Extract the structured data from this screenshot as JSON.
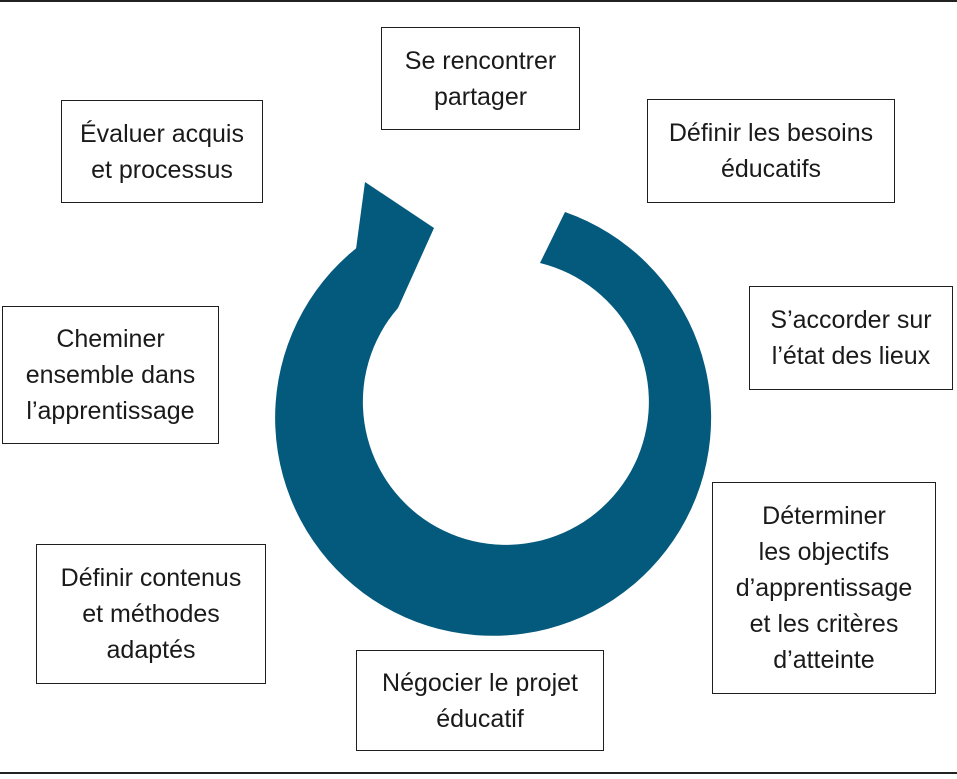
{
  "colors": {
    "arrow": "#045a7d",
    "border": "#1f1f1f",
    "text": "#1a1a1a"
  },
  "arrow_icon": "circular-cycle-arrow-icon",
  "steps": [
    {
      "id": "se-rencontrer",
      "label": "Se rencontrer\npartager"
    },
    {
      "id": "definir-besoins",
      "label": "Définir les besoins\néducatifs"
    },
    {
      "id": "accorder-etat",
      "label": "S’accorder sur\nl’état des lieux"
    },
    {
      "id": "determiner-objectifs",
      "label": "Déterminer\nles objectifs\nd’apprentissage\net les critères\nd’atteinte"
    },
    {
      "id": "negocier-projet",
      "label": "Négocier le projet\néducatif"
    },
    {
      "id": "definir-contenus",
      "label": "Définir contenus\net méthodes\nadaptés"
    },
    {
      "id": "cheminer-ensemble",
      "label": "Cheminer\nensemble dans\nl’apprentissage"
    },
    {
      "id": "evaluer-acquis",
      "label": "Évaluer acquis\net processus"
    }
  ]
}
